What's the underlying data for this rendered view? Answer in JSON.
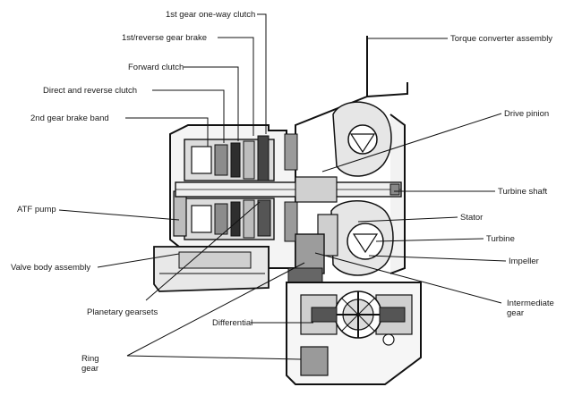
{
  "labels": {
    "first_gear_one_way_clutch": "1st gear one-way clutch",
    "first_reverse_gear_brake": "1st/reverse gear brake",
    "forward_clutch": "Forward clutch",
    "direct_reverse_clutch": "Direct and reverse clutch",
    "second_gear_brake_band": "2nd gear brake band",
    "atf_pump": "ATF pump",
    "valve_body_assembly": "Valve body assembly",
    "planetary_gearsets": "Planetary gearsets",
    "differential": "Differential",
    "ring_gear": "Ring gear",
    "torque_converter_assembly": "Torque converter assembly",
    "drive_pinion": "Drive pinion",
    "turbine_shaft": "Turbine shaft",
    "stator": "Stator",
    "turbine": "Turbine",
    "impeller": "Impeller",
    "intermediate_gear": "Intermediate gear"
  },
  "colors": {
    "ink": "#111111",
    "casting": "#d9d9d9",
    "shade": "#9a9a9a",
    "dark": "#3a3a3a",
    "background": "#ffffff"
  }
}
